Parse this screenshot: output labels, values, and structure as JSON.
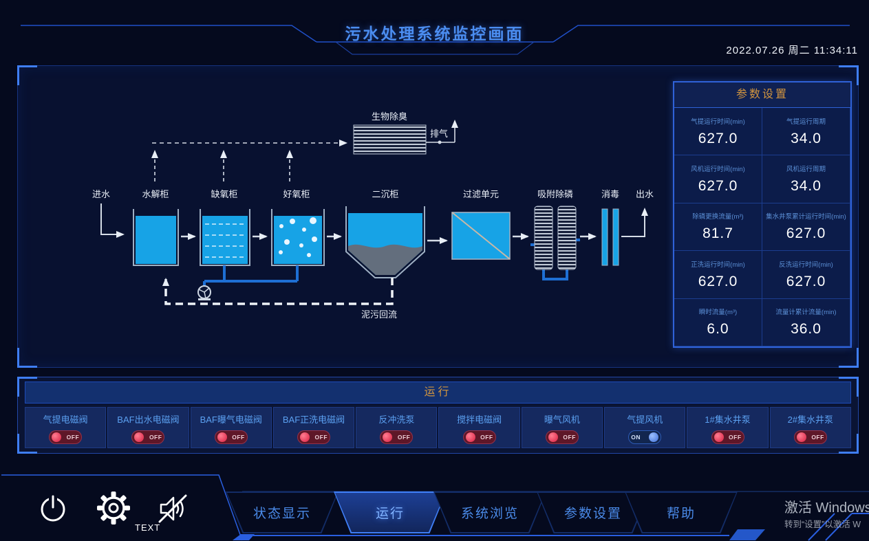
{
  "colors": {
    "accent": "#2a5fe0",
    "accent_bright": "#3f7ef5",
    "title_text": "#4b8df0",
    "orange": "#d2953f",
    "water": "#17a3e6",
    "toggle_off": "#e0314d",
    "toggle_on": "#4f86e8"
  },
  "header": {
    "title": "污水处理系统监控画面",
    "datetime": "2022.07.26 周二 11:34:11"
  },
  "diagram": {
    "labels": {
      "inlet": "进水",
      "tank_hydrolysis": "水解柜",
      "tank_anoxic": "缺氧柜",
      "tank_aerobic": "好氧柜",
      "tank_sedimentation": "二沉柜",
      "filter_unit": "过滤单元",
      "phosphorus_removal": "吸附除磷",
      "disinfection": "消毒",
      "outlet": "出水",
      "deodorization": "生物除臭",
      "exhaust": "排气",
      "sludge_return": "泥污回流"
    }
  },
  "params_panel": {
    "title": "参数设置",
    "items": [
      {
        "label": "气提运行时间(min)",
        "value": "627.0"
      },
      {
        "label": "气提运行周期",
        "value": "34.0"
      },
      {
        "label": "风机运行时间(min)",
        "value": "627.0"
      },
      {
        "label": "风机运行周期",
        "value": "34.0"
      },
      {
        "label": "除磷更换流量(m³)",
        "value": "81.7"
      },
      {
        "label": "集水井泵累计运行时间(min)",
        "value": "627.0"
      },
      {
        "label": "正洗运行时间(min)",
        "value": "627.0"
      },
      {
        "label": "反洗运行时间(min)",
        "value": "627.0"
      },
      {
        "label": "瞬时流量(m³)",
        "value": "6.0"
      },
      {
        "label": "流量计累计流量(min)",
        "value": "36.0"
      }
    ]
  },
  "run_panel": {
    "title": "运行",
    "switches": [
      {
        "label": "气提电磁阀",
        "state": "OFF"
      },
      {
        "label": "BAF出水电磁阀",
        "state": "OFF"
      },
      {
        "label": "BAF曝气电磁阀",
        "state": "OFF"
      },
      {
        "label": "BAF正洗电磁阀",
        "state": "OFF"
      },
      {
        "label": "反冲洗泵",
        "state": "OFF"
      },
      {
        "label": "搅拌电磁阀",
        "state": "OFF"
      },
      {
        "label": "曝气风机",
        "state": "OFF"
      },
      {
        "label": "气提风机",
        "state": "ON"
      },
      {
        "label": "1#集水井泵",
        "state": "OFF"
      },
      {
        "label": "2#集水井泵",
        "state": "OFF"
      }
    ]
  },
  "nav": {
    "text_label": "TEXT",
    "icons": [
      "power-icon",
      "gear-icon",
      "mute-icon"
    ],
    "tabs": [
      {
        "label": "状态显示",
        "active": false
      },
      {
        "label": "运行",
        "active": true
      },
      {
        "label": "系统浏览",
        "active": false
      },
      {
        "label": "参数设置",
        "active": false
      },
      {
        "label": "帮助",
        "active": false
      }
    ]
  },
  "watermark": {
    "line1": "激活 Windows",
    "line2": "转到“设置”以激活 W"
  }
}
